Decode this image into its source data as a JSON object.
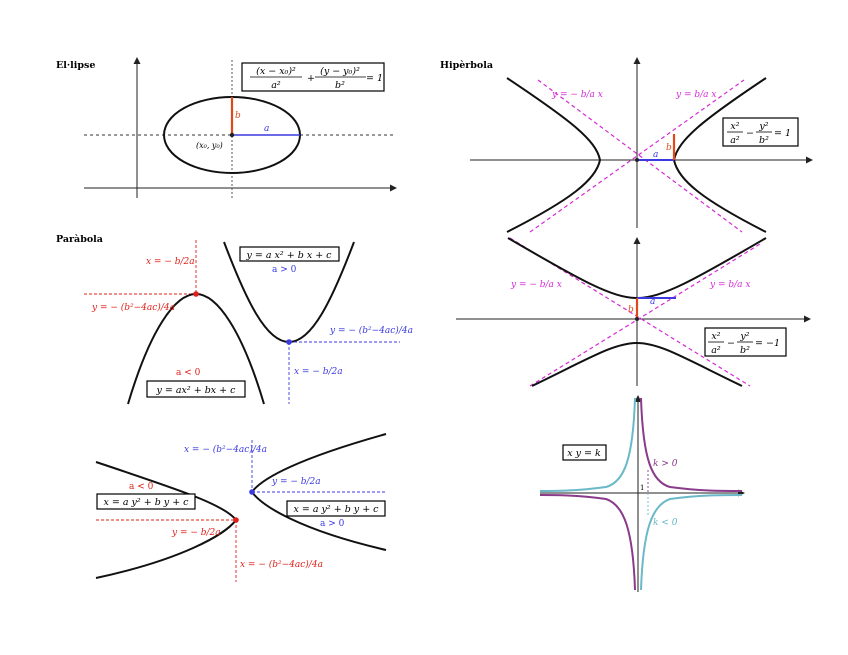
{
  "headers": {
    "ellipse": "El·lipse",
    "hyperbola": "Hipèrbola",
    "parabola": "Paràbola"
  },
  "ellipse": {
    "eq_num1": "(x − x₀)²",
    "eq_den1": "a²",
    "eq_plus": "+",
    "eq_num2": "(y − y₀)²",
    "eq_den2": "b²",
    "eq_rhs": "= 1",
    "label_a": "a",
    "label_b": "b",
    "label_center": "(x₀, y₀)"
  },
  "hyperbola1": {
    "eq_num1": "x²",
    "eq_den1": "a²",
    "eq_minus": "−",
    "eq_num2": "y²",
    "eq_den2": "b²",
    "eq_rhs": "= 1",
    "asym_left": "y = − b/a x",
    "asym_right": "y = b/a x",
    "label_a": "a",
    "label_b": "b"
  },
  "hyperbola2": {
    "eq_num1": "x²",
    "eq_den1": "a²",
    "eq_minus": "−",
    "eq_num2": "y²",
    "eq_den2": "b²",
    "eq_rhs": "= −1",
    "asym_left": "y = − b/a x",
    "asym_right": "y = b/a x",
    "label_a": "a",
    "label_b": "b"
  },
  "parabola_v": {
    "left_x": "x = − b/2a",
    "left_y": "y = − (b²−4ac)/4a",
    "left_cond": "a < 0",
    "left_eq": "y = ax² + bx + c",
    "right_eq": "y = a x² + b x + c",
    "right_cond": "a > 0",
    "right_y": "y = − (b²−4ac)/4a",
    "right_x": "x = − b/2a"
  },
  "parabola_h": {
    "top_x": "x = − (b²−4ac)/4a",
    "left_cond": "a < 0",
    "left_eq": "x = a y² + b y + c",
    "left_y": "y = − b/2a",
    "right_y": "y = − b/2a",
    "right_eq": "x = a y² + b y + c",
    "right_cond": "a > 0",
    "bottom_x": "x = − (b²−4ac)/4a"
  },
  "reciprocal": {
    "eq": "x y = k",
    "k_pos": "k > 0",
    "k_neg": "k < 0",
    "tick_one": "1"
  },
  "colors": {
    "red": "#e0201a",
    "blue": "#3a3ae0",
    "magenta": "#d62ad6",
    "orange": "#e0481a",
    "purple": "#8a3a8a",
    "cyan": "#6ab8c8"
  }
}
